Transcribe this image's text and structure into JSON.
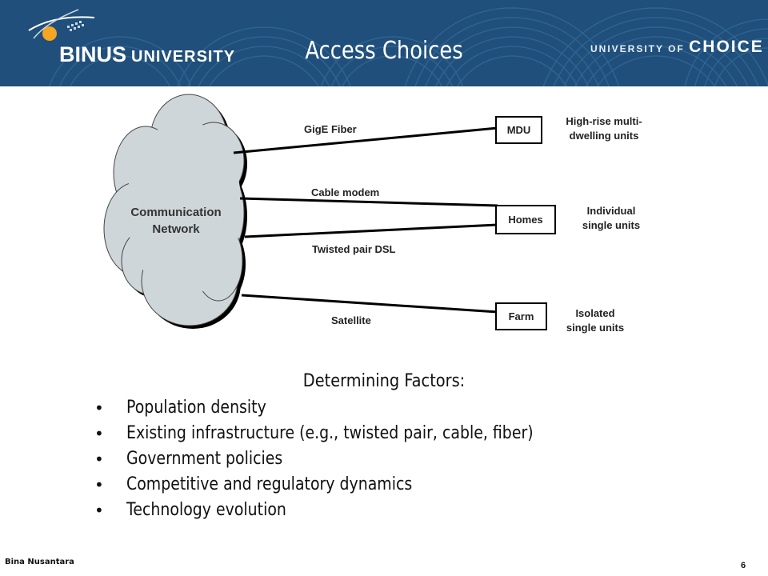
{
  "header": {
    "logo_text": "BINUS",
    "logo_suffix": "UNIVERSITY",
    "tagline_prefix": "UNIVERSITY OF",
    "tagline_choice": "CHOICE",
    "title": "Access Choices",
    "bg_color": "#1f4f7a"
  },
  "diagram": {
    "cloud_label_line1": "Communication",
    "cloud_label_line2": "Network",
    "connections": [
      {
        "label": "GigE Fiber"
      },
      {
        "label": "Cable modem"
      },
      {
        "label": "Twisted pair DSL"
      },
      {
        "label": "Satellite"
      }
    ],
    "destinations": [
      {
        "name": "MDU",
        "desc_line1": "High-rise multi-",
        "desc_line2": "dwelling units"
      },
      {
        "name": "Homes",
        "desc_line1": "Individual",
        "desc_line2": "single units"
      },
      {
        "name": "Farm",
        "desc_line1": "Isolated",
        "desc_line2": "single units"
      }
    ]
  },
  "factors": {
    "title": "Determining Factors:",
    "items": [
      "Population density",
      "Existing infrastructure (e.g., twisted pair, cable, fiber)",
      "Government policies",
      "Competitive and regulatory dynamics",
      "Technology evolution"
    ]
  },
  "footer": {
    "left": "Bina Nusantara",
    "page_number": "6"
  }
}
